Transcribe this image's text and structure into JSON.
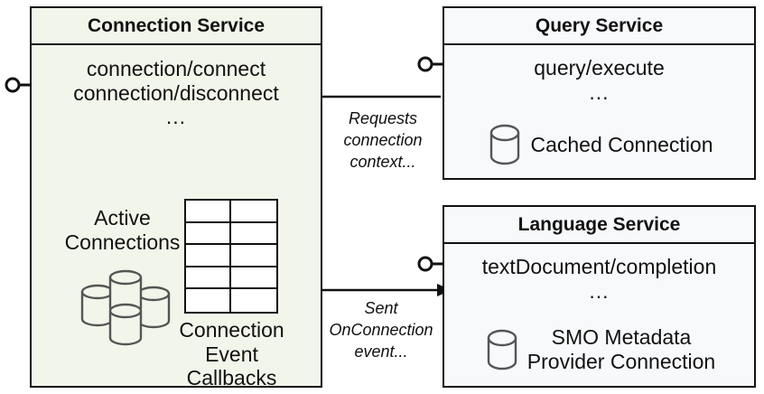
{
  "diagram": {
    "title": "Connection Service interaction diagram",
    "colors": {
      "connection_service_fill": "#f2f5ea",
      "service_fill": "#f8f9fb",
      "stroke": "#111111",
      "icon_stroke": "#555555"
    },
    "components": [
      {
        "id": "connection-service",
        "title": "Connection Service",
        "operations": [
          "connection/connect",
          "connection/disconnect"
        ],
        "ellipsis": "...",
        "elements": [
          {
            "id": "active-connections",
            "label": "Active\nConnections",
            "icon": "database-cluster-icon"
          },
          {
            "id": "connection-event-callbacks",
            "label": "Connection\nEvent\nCallbacks",
            "icon": "table-icon",
            "table_rows": 5,
            "table_cols": 2
          }
        ]
      },
      {
        "id": "query-service",
        "title": "Query Service",
        "operations": [
          "query/execute"
        ],
        "ellipsis": "...",
        "elements": [
          {
            "id": "cached-connection",
            "label": "Cached Connection",
            "icon": "database-icon"
          }
        ]
      },
      {
        "id": "language-service",
        "title": "Language Service",
        "operations": [
          "textDocument/completion"
        ],
        "ellipsis": "...",
        "elements": [
          {
            "id": "smo-metadata-provider-connection",
            "label": "SMO Metadata\nProvider Connection",
            "icon": "database-icon"
          }
        ]
      }
    ],
    "edges": [
      {
        "id": "requests-connection-context",
        "label": "Requests\nconnection\ncontext...",
        "from": "query-service",
        "to": "connection-service",
        "direction": "left"
      },
      {
        "id": "sent-onconnection-event",
        "label": "Sent\nOnConnection\nevent...",
        "from": "connection-service",
        "to": "language-service",
        "direction": "right"
      }
    ],
    "interfaces": [
      {
        "id": "connection-service-interface",
        "target": "connection-service",
        "shape": "lollipop"
      },
      {
        "id": "query-service-interface",
        "target": "query-service",
        "shape": "lollipop"
      },
      {
        "id": "language-service-interface",
        "target": "language-service",
        "shape": "lollipop"
      }
    ]
  }
}
